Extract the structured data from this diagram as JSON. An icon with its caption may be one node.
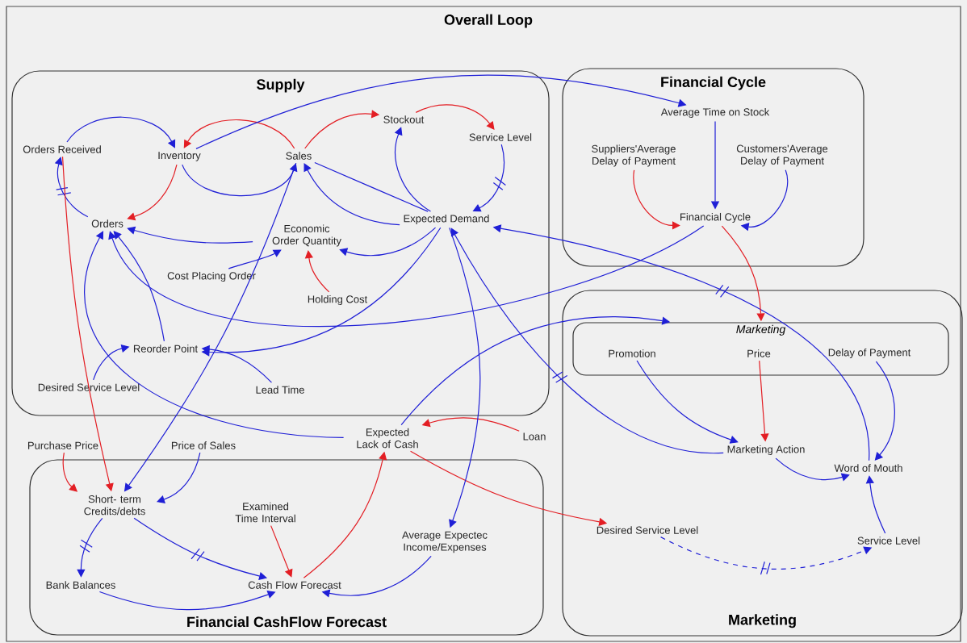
{
  "diagram": {
    "title": "Overall Loop",
    "nodes": [
      {
        "text": [
          "Supply"
        ]
      },
      {
        "text": [
          "Orders Received"
        ],
        "in": 0
      },
      {
        "text": [
          "Inventory"
        ],
        "in": 0
      },
      {
        "text": [
          "Sales"
        ],
        "in": 0
      },
      {
        "text": [
          "Stockout"
        ],
        "in": 0
      },
      {
        "text": [
          "Service Level"
        ],
        "in": 0
      },
      {
        "text": [
          "Orders"
        ],
        "in": 0
      },
      {
        "text": [
          "Economic Order Quantity"
        ],
        "in": 0
      },
      {
        "text": [
          "Expected Demand"
        ],
        "in": 0
      },
      {
        "text": [
          "Cost Placing Order"
        ],
        "in": 0
      },
      {
        "text": [
          "Holding Cost"
        ],
        "in": 0
      },
      {
        "text": [
          "Reorder Point"
        ],
        "in": 0
      },
      {
        "text": [
          "Desired Service Level"
        ],
        "in": 0
      },
      {
        "text": [
          "Lead Time"
        ],
        "in": 0
      },
      {
        "text": [
          "Financial Cycle"
        ]
      },
      {
        "text": [
          "Average Time on Stock"
        ],
        "in": 14
      },
      {
        "text": [
          "Suppliers'Average Delay of Payment"
        ],
        "in": 14
      },
      {
        "text": [
          "Customers'Average Delay of Payment"
        ],
        "in": 14
      },
      {
        "text": [
          "Financial Cycle"
        ],
        "in": 14
      },
      {
        "text": [
          "Marketing"
        ]
      },
      {
        "text": [
          "Marketing"
        ],
        "in": 19
      },
      {
        "text": [
          "Promotion"
        ],
        "in": 20
      },
      {
        "text": [
          "Price"
        ],
        "in": 20
      },
      {
        "text": [
          "Delay of Payment"
        ],
        "in": 20
      },
      {
        "text": [
          "Marketing Action"
        ],
        "in": 19
      },
      {
        "text": [
          "Word of Mouth"
        ],
        "in": 19
      },
      {
        "text": [
          "Desired Service Level"
        ],
        "in": 19
      },
      {
        "text": [
          "Service Level"
        ],
        "in": 19
      },
      {
        "text": [
          "Expected Lack of Cash"
        ]
      },
      {
        "text": [
          "Loan"
        ]
      },
      {
        "text": [
          "Purchase Price"
        ]
      },
      {
        "text": [
          "Price of Sales"
        ]
      },
      {
        "text": [
          "Financial CashFlow Forecast"
        ]
      },
      {
        "text": [
          "Short- term Credits/debts"
        ],
        "in": 32
      },
      {
        "text": [
          "Examined Time Interval"
        ],
        "in": 32
      },
      {
        "text": [
          "Average Expectec Income/Expenses"
        ],
        "in": 32
      },
      {
        "text": [
          "Bank Balances"
        ],
        "in": 32
      },
      {
        "text": [
          "Cash Flow Forecast"
        ],
        "in": 32
      }
    ],
    "edges": [
      {
        "from": 1,
        "to": 2,
        "arrow": "to"
      },
      {
        "from": 3,
        "to": 2,
        "arrow": "to",
        "color": "#e31e24"
      },
      {
        "from": 2,
        "to": 6,
        "arrow": "to",
        "color": "#e31e24"
      },
      {
        "from": 2,
        "to": 3,
        "arrow": "to"
      },
      {
        "from": 3,
        "to": 4,
        "arrow": "to",
        "color": "#e31e24"
      },
      {
        "from": 4,
        "to": 5,
        "arrow": "to",
        "color": "#e31e24"
      },
      {
        "from": 5,
        "to": 8,
        "arrow": "to"
      },
      {
        "from": 8,
        "to": 4,
        "arrow": "to"
      },
      {
        "from": 3,
        "to": 8,
        "arrow": "none"
      },
      {
        "from": 8,
        "to": 3,
        "arrow": "to"
      },
      {
        "from": 8,
        "to": 7,
        "arrow": "to"
      },
      {
        "from": 7,
        "to": 6,
        "arrow": "to"
      },
      {
        "from": 9,
        "to": 7,
        "arrow": "to"
      },
      {
        "from": 10,
        "to": 7,
        "arrow": "to",
        "color": "#e31e24"
      },
      {
        "from": 6,
        "to": 1,
        "arrow": "to"
      },
      {
        "from": 12,
        "to": 11,
        "arrow": "to"
      },
      {
        "from": 13,
        "to": 11,
        "arrow": "to"
      },
      {
        "from": 11,
        "to": 6,
        "arrow": "to"
      },
      {
        "from": 8,
        "to": 11,
        "arrow": "to"
      },
      {
        "from": 18,
        "to": 6,
        "arrow": "to"
      },
      {
        "from": 28,
        "to": 20,
        "arrow": "to"
      },
      {
        "from": 3,
        "to": 33,
        "arrow": "to"
      },
      {
        "from": 31,
        "to": 33,
        "arrow": "to"
      },
      {
        "from": 30,
        "to": 33,
        "arrow": "to",
        "color": "#e31e24"
      },
      {
        "from": 1,
        "to": 33,
        "arrow": "to",
        "color": "#e31e24"
      },
      {
        "from": 33,
        "to": 36,
        "arrow": "to"
      },
      {
        "from": 33,
        "to": 37,
        "arrow": "to"
      },
      {
        "from": 36,
        "to": 37,
        "arrow": "to"
      },
      {
        "from": 34,
        "to": 37,
        "arrow": "to",
        "color": "#e31e24"
      },
      {
        "from": 35,
        "to": 37,
        "arrow": "to"
      },
      {
        "from": 37,
        "to": 28,
        "arrow": "to",
        "color": "#e31e24"
      },
      {
        "from": 29,
        "to": 28,
        "arrow": "to",
        "color": "#e31e24"
      },
      {
        "from": 28,
        "to": 26,
        "arrow": "to",
        "color": "#e31e24"
      },
      {
        "from": 28,
        "to": 6,
        "arrow": "to"
      },
      {
        "from": 8,
        "to": 35,
        "arrow": "to"
      },
      {
        "from": 24,
        "to": 8,
        "arrow": "to"
      },
      {
        "from": 25,
        "to": 8,
        "arrow": "to"
      },
      {
        "from": 21,
        "to": 24,
        "arrow": "to"
      },
      {
        "from": 22,
        "to": 24,
        "arrow": "to",
        "color": "#e31e24"
      },
      {
        "from": 23,
        "to": 25,
        "arrow": "to"
      },
      {
        "from": 24,
        "to": 25,
        "arrow": "to"
      },
      {
        "from": 27,
        "to": 25,
        "arrow": "to"
      },
      {
        "from": 26,
        "to": 27,
        "arrow": "to",
        "style": "dashed"
      },
      {
        "from": 18,
        "to": 20,
        "arrow": "to",
        "color": "#e31e24"
      },
      {
        "from": 2,
        "to": 15,
        "arrow": "to"
      },
      {
        "from": 16,
        "to": 18,
        "arrow": "to",
        "color": "#e31e24"
      },
      {
        "from": 17,
        "to": 18,
        "arrow": "to"
      },
      {
        "from": 15,
        "to": 18,
        "arrow": "to"
      }
    ]
  }
}
